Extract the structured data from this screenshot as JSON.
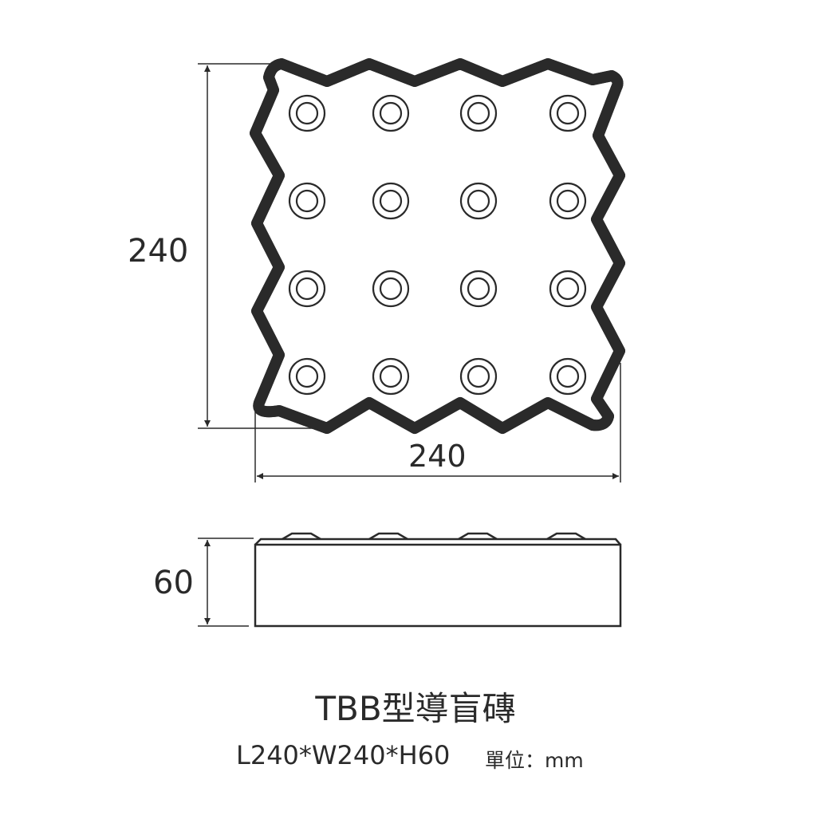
{
  "dimensions": {
    "length": "240",
    "width": "240",
    "height": "60"
  },
  "title": "TBB型導盲磚",
  "spec": "L240*W240*H60",
  "unit_label": "單位：mm",
  "studs": {
    "rows": 4,
    "cols": 4
  },
  "colors": {
    "line": "#2a2a2a",
    "background": "#ffffff"
  }
}
